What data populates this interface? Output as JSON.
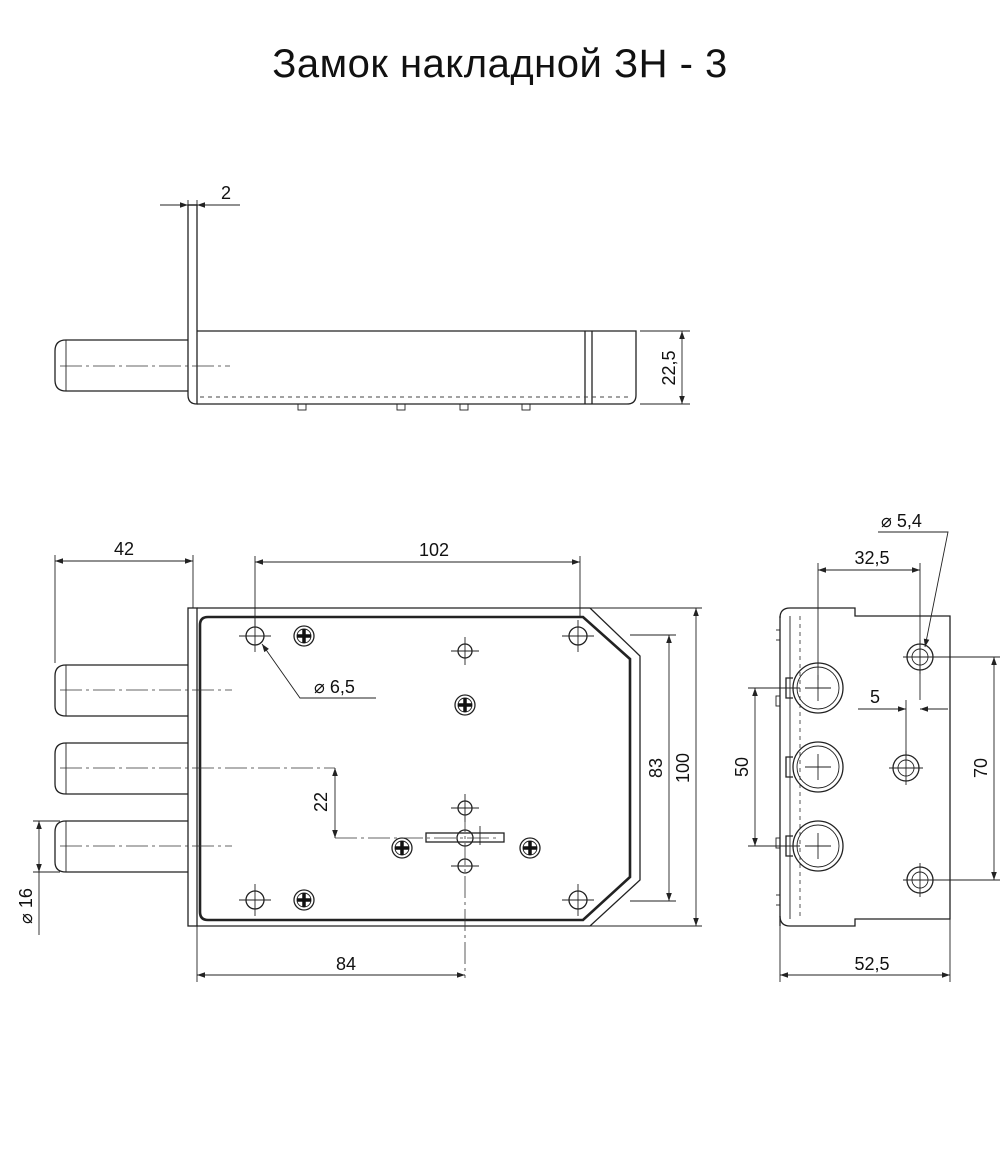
{
  "title": "Замок накладной ЗН - 3",
  "dimensions": {
    "plate_thickness": "2",
    "side_height": "22,5",
    "bolt_length": "42",
    "hole_spacing": "102",
    "hole_diameter": "⌀ 6,5",
    "height_83": "83",
    "height_100": "100",
    "offset_22": "22",
    "bolt_diameter": "⌀ 16",
    "width_84": "84",
    "end_hole_diameter": "⌀ 5,4",
    "end_offset_32_5": "32,5",
    "end_offset_5": "5",
    "bolt_pitch_50": "50",
    "end_height_70": "70",
    "end_width_52_5": "52,5"
  }
}
